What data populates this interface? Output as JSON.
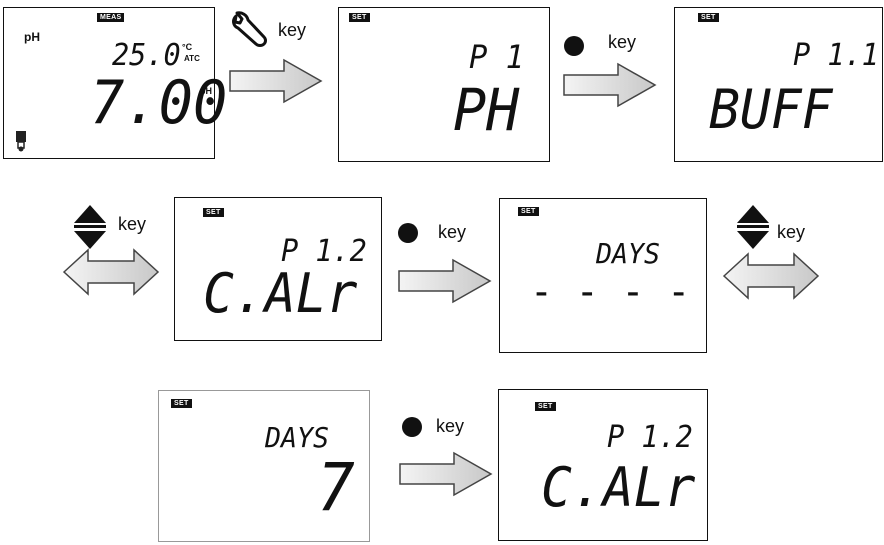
{
  "badges": {
    "meas": "MEAS",
    "set": "SET"
  },
  "key_label": "key",
  "row1": {
    "meas_screen": {
      "ph_label": "pH",
      "temperature": "25.0",
      "temp_unit": "°C",
      "atc": "ATC",
      "reading": "7.00",
      "reading_unit": "pH"
    },
    "screen2": {
      "param": "P 1",
      "value": "PH"
    },
    "screen3": {
      "param": "P 1.1",
      "value": "BUFF"
    }
  },
  "row2": {
    "screen4": {
      "param": "P 1.2",
      "value": "C.ALr"
    },
    "screen5": {
      "label": "DAYS",
      "value": "- - - -"
    }
  },
  "row3": {
    "screen6": {
      "label": "DAYS",
      "value": "7"
    },
    "screen7": {
      "param": "P 1.2",
      "value": "C.ALr"
    }
  }
}
